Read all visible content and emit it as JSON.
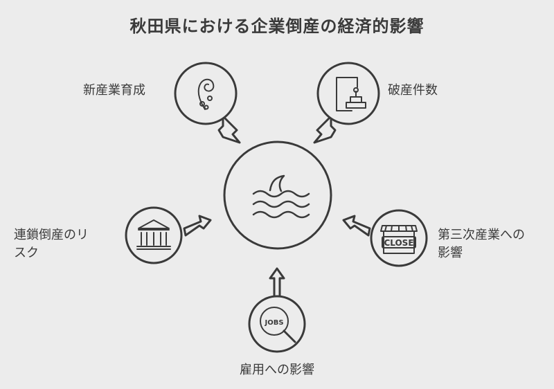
{
  "title": "秋田県における企業倒産の経済的影響",
  "nodes": {
    "new_industry": {
      "label": "新産業育成",
      "icon": "sprout-icon"
    },
    "bankruptcy_count": {
      "label": "破産件数",
      "icon": "document-stamp-icon"
    },
    "chain_bankruptcy": {
      "label_line1": "連鎖倒産のリ",
      "label_line2": "スク",
      "icon": "bank-icon"
    },
    "tertiary_industry": {
      "label_line1": "第三次産業への",
      "label_line2": "影響",
      "icon": "closed-shop-icon",
      "sign_text": "CLOSE"
    },
    "employment": {
      "label": "雇用への影響",
      "icon": "jobs-magnifier-icon",
      "sign_text": "JOBS"
    },
    "center": {
      "icon": "shark-fin-waves-icon"
    }
  },
  "colors": {
    "stroke": "#3a3a3a",
    "background": "#ececec",
    "fill": "#ececec"
  }
}
